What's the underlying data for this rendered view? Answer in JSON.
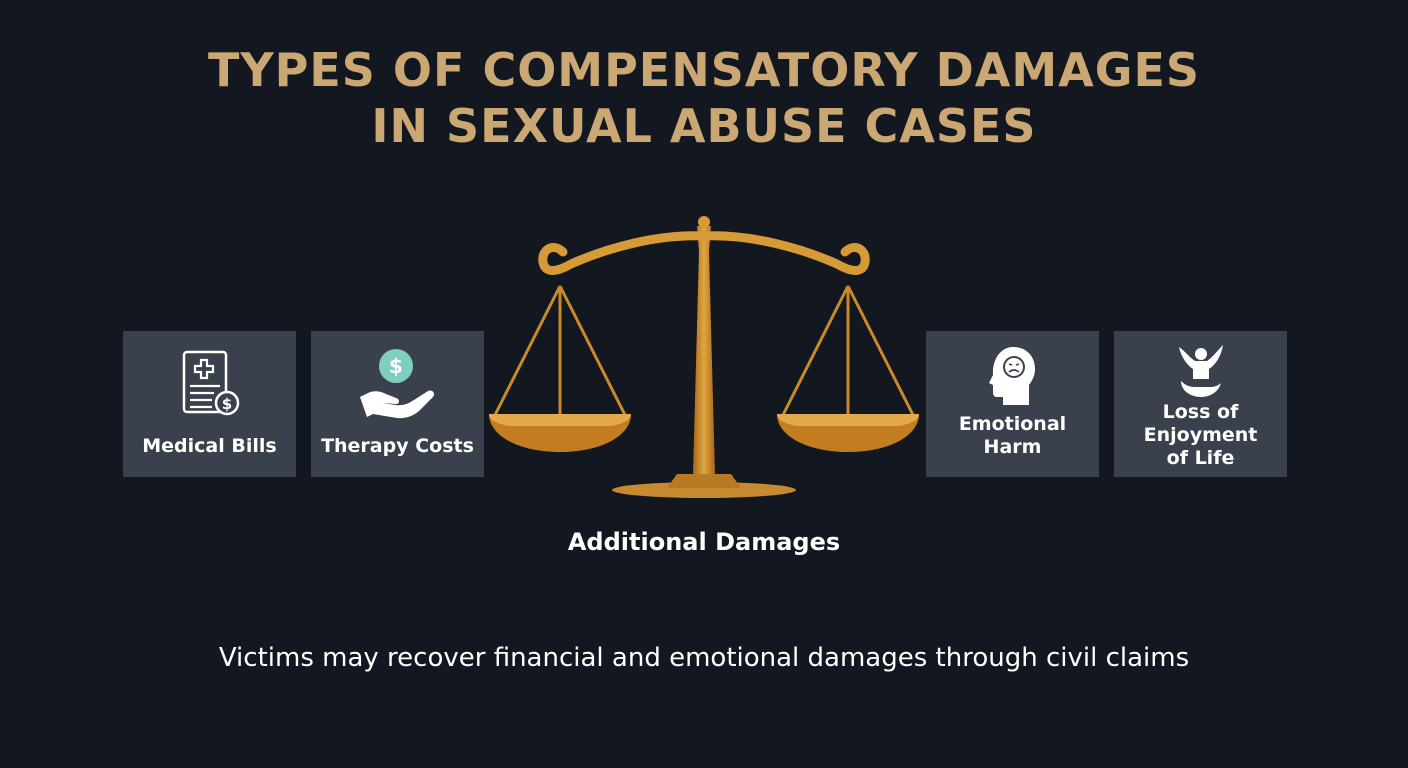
{
  "title": {
    "line1": "TYPES OF COMPENSATORY DAMAGES",
    "line2": "IN SEXUAL ABUSE CASES"
  },
  "left_cards": [
    {
      "label": "Medical Bills",
      "icon": "medical-bill-icon"
    },
    {
      "label": "Therapy Costs",
      "icon": "money-hand-icon"
    }
  ],
  "right_cards": [
    {
      "label_lines": [
        "Emotional",
        "Harm"
      ],
      "icon": "sad-head-icon"
    },
    {
      "label_lines": [
        "Loss of",
        "Enjoyment",
        "of Life"
      ],
      "icon": "joy-person-icon"
    }
  ],
  "center_label": "Additional Damages",
  "footer": "Victims may recover financial and emotional damages through civil claims",
  "colors": {
    "background": "#121720",
    "title": "#cba873",
    "card": "#3a414c",
    "gold": "#c98a2a",
    "coin": "#7ecfc0"
  }
}
